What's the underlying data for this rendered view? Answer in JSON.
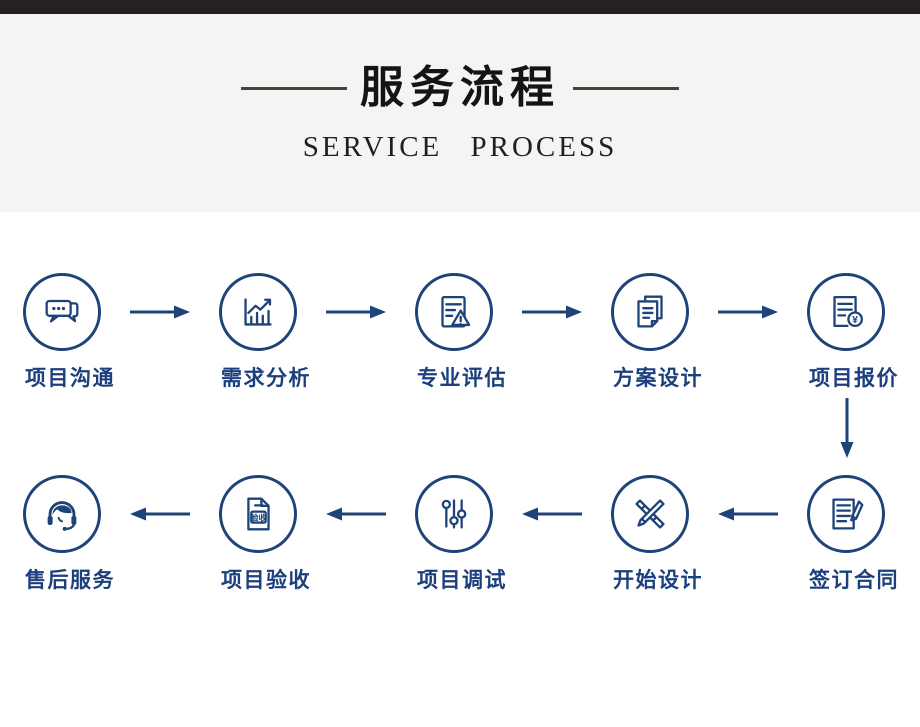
{
  "page": {
    "top_bar_color": "#262120",
    "header_background": "#f4f4f4",
    "body_background": "#ffffff"
  },
  "header": {
    "title": "服务流程",
    "subtitle": "SERVICE PROCESS",
    "title_color": "#141414",
    "line_color": "#4a4232"
  },
  "flow": {
    "accent_color": "#1e4379",
    "label_color": "#1c3f7d",
    "stamp_text": "验收",
    "yuan_symbol": "¥",
    "rows": [
      {
        "direction": "right",
        "steps": [
          {
            "label": "项目沟通",
            "icon": "chat-bubbles-icon"
          },
          {
            "label": "需求分析",
            "icon": "bar-chart-growth-icon"
          },
          {
            "label": "专业评估",
            "icon": "document-warning-icon"
          },
          {
            "label": "方案设计",
            "icon": "documents-stack-icon"
          },
          {
            "label": "项目报价",
            "icon": "document-price-icon"
          }
        ]
      },
      {
        "direction": "left",
        "steps": [
          {
            "label": "售后服务",
            "icon": "headset-support-icon"
          },
          {
            "label": "项目验收",
            "icon": "document-stamp-icon"
          },
          {
            "label": "项目调试",
            "icon": "sliders-icon"
          },
          {
            "label": "开始设计",
            "icon": "pencil-ruler-icon"
          },
          {
            "label": "签订合同",
            "icon": "contract-pen-icon"
          }
        ]
      }
    ]
  }
}
